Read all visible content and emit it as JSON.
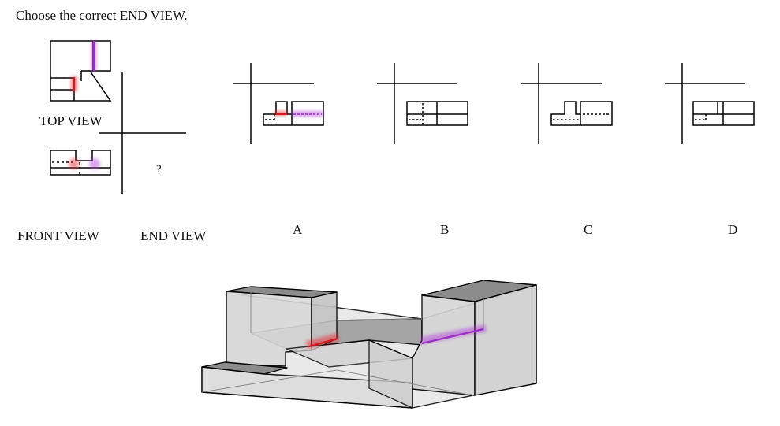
{
  "question": "Choose the correct END VIEW.",
  "labels": {
    "top_view": "TOP VIEW",
    "front_view": "FRONT VIEW",
    "end_view": "END VIEW",
    "unknown": "?"
  },
  "options": [
    "A",
    "B",
    "C",
    "D"
  ],
  "colors": {
    "line": "#000000",
    "highlight_red": "#e8232a",
    "highlight_purple": "#b03ad8",
    "solid_fill": "#dcdcdc",
    "solid_dark": "#9c9c9c"
  }
}
